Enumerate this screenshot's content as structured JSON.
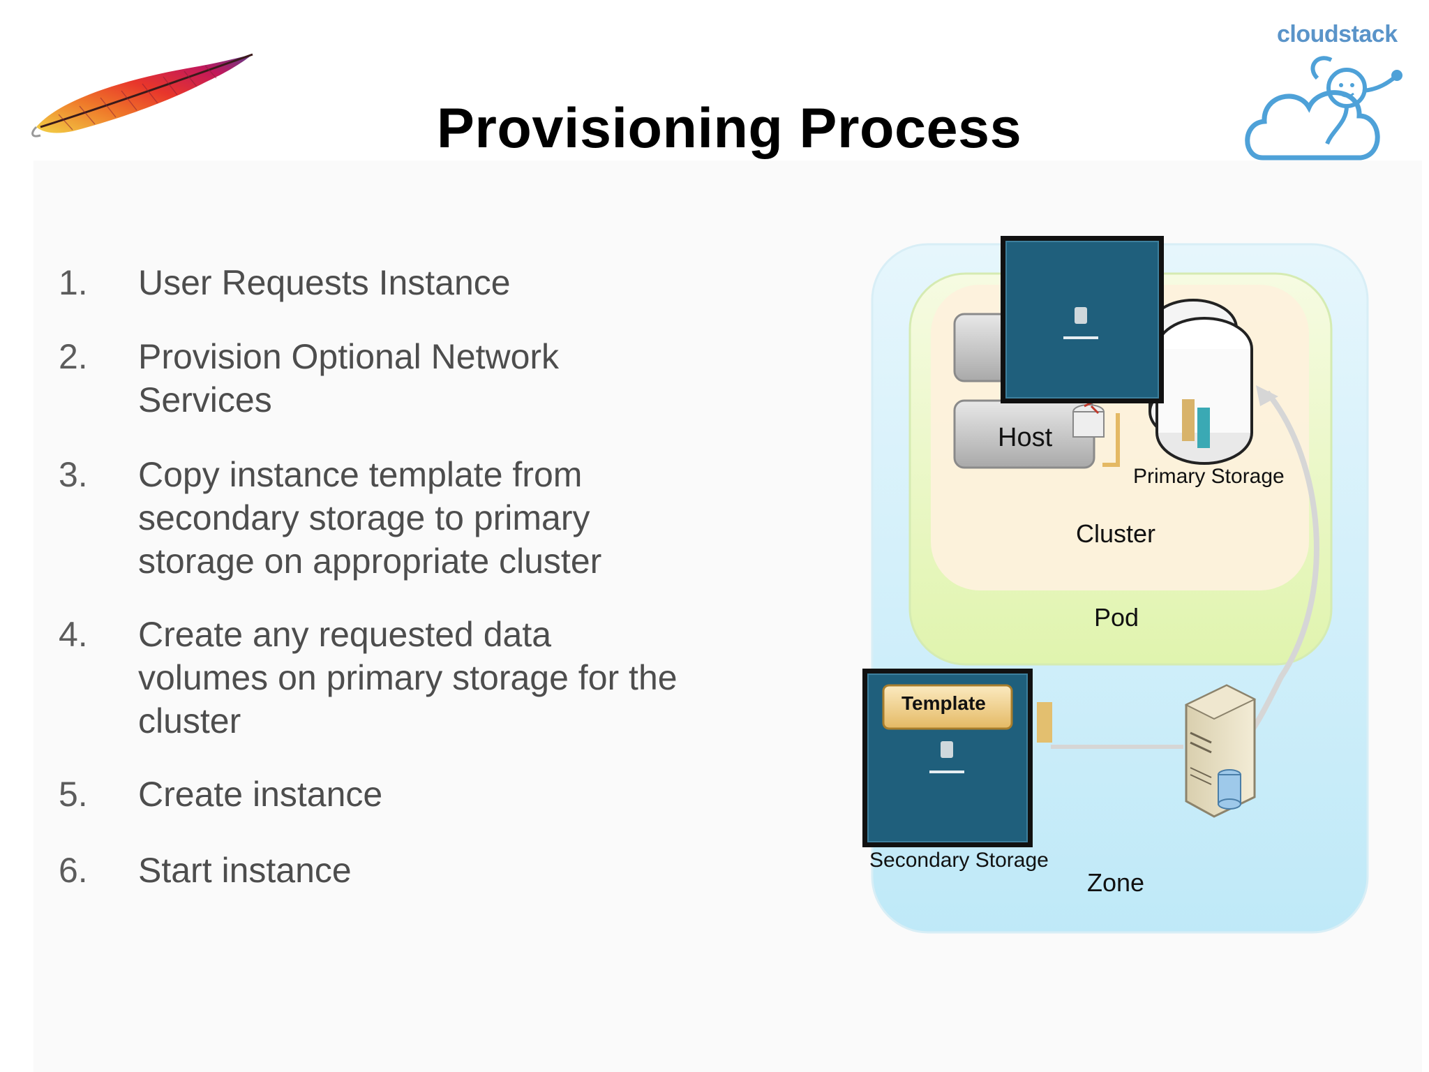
{
  "slide": {
    "title": "Provisioning Process"
  },
  "brand": {
    "logo_text": "cloudstack",
    "logo_color": "#5a94c9",
    "feather_colors": [
      "#f2d046",
      "#e8362b",
      "#c2185b",
      "#5e3a8c"
    ]
  },
  "steps": [
    {
      "number": "1.",
      "lines": [
        "User Requests Instance"
      ]
    },
    {
      "number": "2.",
      "lines": [
        "Provision Optional Network",
        "Services"
      ]
    },
    {
      "number": "3.",
      "lines": [
        "Copy instance template from",
        "secondary storage to primary",
        "storage on appropriate cluster"
      ]
    },
    {
      "number": "4.",
      "lines": [
        "Create any requested data",
        "volumes on primary storage for the",
        "cluster"
      ]
    },
    {
      "number": "5.",
      "lines": [
        "Create instance"
      ]
    },
    {
      "number": "6.",
      "lines": [
        "Start instance"
      ]
    }
  ],
  "diagram": {
    "host_label": "Host",
    "primary_storage_label": "Primary Storage",
    "cluster_label": "Cluster",
    "pod_label": "Pod",
    "template_label": "Template",
    "secondary_storage_label": "Secondary Storage",
    "zone_label": "Zone",
    "colors": {
      "zone": "#cdeefa",
      "pod": "#e7f6bc",
      "cluster": "#fdf0d8",
      "vm_screen": "#1f5f7c",
      "template_badge": "#f3d79a"
    }
  }
}
